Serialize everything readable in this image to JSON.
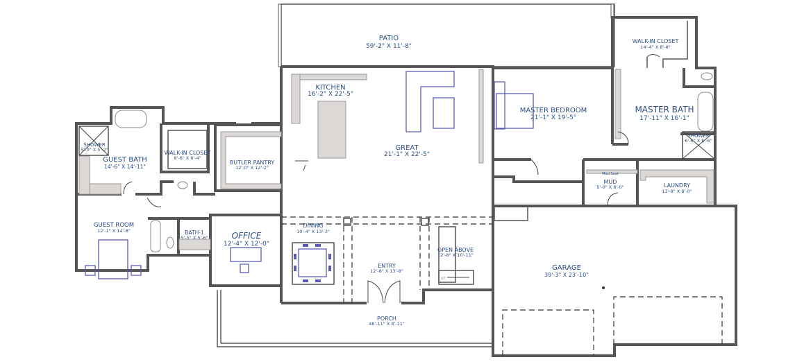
{
  "plan": {
    "rooms": [
      {
        "id": "patio",
        "name": "PATIO",
        "dims": "59'-2\" X 11'-8\""
      },
      {
        "id": "kitchen",
        "name": "KITCHEN",
        "dims": "16'-2\" X 22'-5\""
      },
      {
        "id": "great",
        "name": "GREAT",
        "dims": "21'-1\" X 22'-5\""
      },
      {
        "id": "master-bedroom",
        "name": "MASTER BEDROOM",
        "dims": "21'-1\" X 19'-5\""
      },
      {
        "id": "master-bath",
        "name": "MASTER BATH",
        "dims": "17'-11\" X 16'-1\""
      },
      {
        "id": "master-walk-in-closet",
        "name": "WALK-IN CLOSET",
        "dims": "14'-4\" X 8'-8\""
      },
      {
        "id": "master-shower",
        "name": "SHOWER",
        "dims": "6'-6\" X 6'-6\""
      },
      {
        "id": "mud",
        "name": "MUD",
        "dims": "5'-0\" X 8'-0\""
      },
      {
        "id": "laundry",
        "name": "LAUNDRY",
        "dims": "13'-8\" X 8'-0\""
      },
      {
        "id": "guest-bath",
        "name": "GUEST BATH",
        "dims": "14'-6\" X 14'-11\""
      },
      {
        "id": "guest-shower",
        "name": "SHOWER",
        "dims": "5'-0\" X 5'-2\""
      },
      {
        "id": "guest-walk-in-closet",
        "name": "WALK-IN CLOSET",
        "dims": "8'-6\" X 8'-4\""
      },
      {
        "id": "butler-pantry",
        "name": "BUTLER PANTRY",
        "dims": "12'-0\" X 12'-2\""
      },
      {
        "id": "guest-room",
        "name": "GUEST ROOM",
        "dims": "12'-1\" X 14'-8\""
      },
      {
        "id": "bath-1",
        "name": "BATH-1",
        "dims": "5'-5\" X 5'-6\""
      },
      {
        "id": "office",
        "name": "OFFICE",
        "dims": "12'-4\" X 12'-0\""
      },
      {
        "id": "dining",
        "name": "DINING",
        "dims": "10'-4\" X 13'-3\""
      },
      {
        "id": "entry",
        "name": "ENTRY",
        "dims": "12'-8\" X 13'-8\""
      },
      {
        "id": "open-above",
        "name": "OPEN ABOVE",
        "dims": "12'-8\" X 10'-11\""
      },
      {
        "id": "garage",
        "name": "GARAGE",
        "dims": "39'-3\" X 23'-10\""
      },
      {
        "id": "porch",
        "name": "PORCH",
        "dims": "48'-11\" X 8'-11\""
      }
    ],
    "notes": {
      "mud_seat": "Mud Seat",
      "stairs_up": "UP"
    }
  }
}
